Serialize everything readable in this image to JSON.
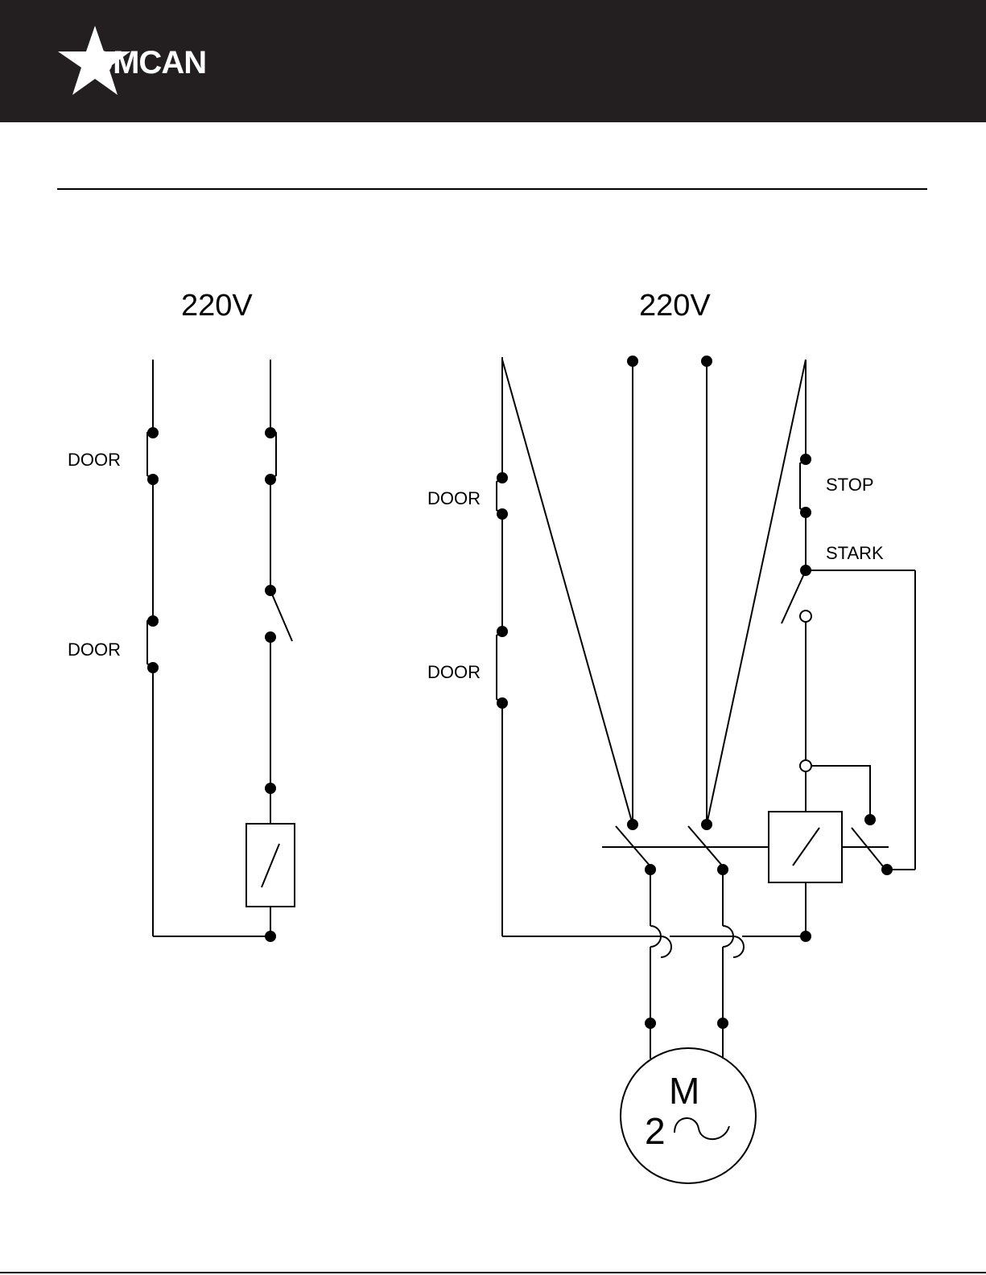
{
  "header": {
    "brand": "OMCAN",
    "bg_color": "#231f20",
    "logo_icon": "star-icon"
  },
  "left_circuit": {
    "voltage": "220V",
    "switches": [
      {
        "label": "DOOR"
      },
      {
        "label": "DOOR"
      }
    ]
  },
  "right_circuit": {
    "voltage": "220V",
    "switches": [
      {
        "label": "DOOR"
      },
      {
        "label": "DOOR"
      }
    ],
    "stop_label": "STOP",
    "start_label": "STARK",
    "motor": {
      "letter": "M",
      "phases": "2"
    }
  }
}
